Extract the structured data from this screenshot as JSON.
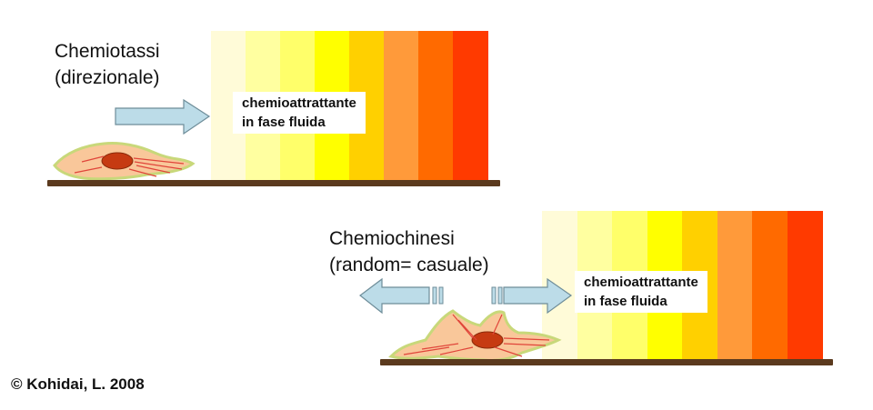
{
  "panel_top": {
    "title_line1": "Chemiotassi",
    "title_line2": "(direzionale)",
    "label_line1": "chemioattrattante",
    "label_line2": "in fase fluida"
  },
  "panel_bottom": {
    "title_line1": "Chemiochinesi",
    "title_line2": "(random= casuale)",
    "label_line1": "chemioattrattante",
    "label_line2": "in fase fluida"
  },
  "gradient_colors": [
    "#fffbd8",
    "#ffffa0",
    "#ffff6a",
    "#ffff00",
    "#ffd000",
    "#ff9a3a",
    "#ff6a00",
    "#ff3a00"
  ],
  "cell_colors": {
    "body": "#f9c79a",
    "outline": "#c8d87a",
    "nucleus": "#c63a12",
    "fibers": "#e0453a"
  },
  "arrow_color": "#bcdce8",
  "credit": "© Kohidai, L. 2008"
}
